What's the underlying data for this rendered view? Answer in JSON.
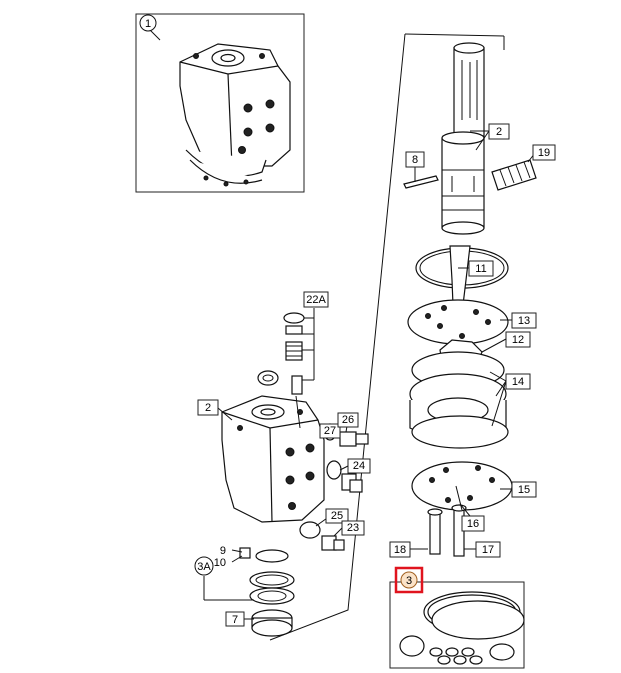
{
  "highlight_color": "#e0141e",
  "callouts": {
    "c1": "1",
    "c2_top": "2",
    "c8": "8",
    "c19": "19",
    "c11": "11",
    "c13": "13",
    "c12": "12",
    "c14": "14",
    "c22a": "22A",
    "c2_left": "2",
    "c27": "27",
    "c26": "26",
    "c24": "24",
    "c25": "25",
    "c23": "23",
    "c15": "15",
    "c16": "16",
    "c18": "18",
    "c17": "17",
    "c9": "9",
    "c10": "10",
    "c3a": "3A",
    "c7": "7",
    "c3": "3"
  }
}
